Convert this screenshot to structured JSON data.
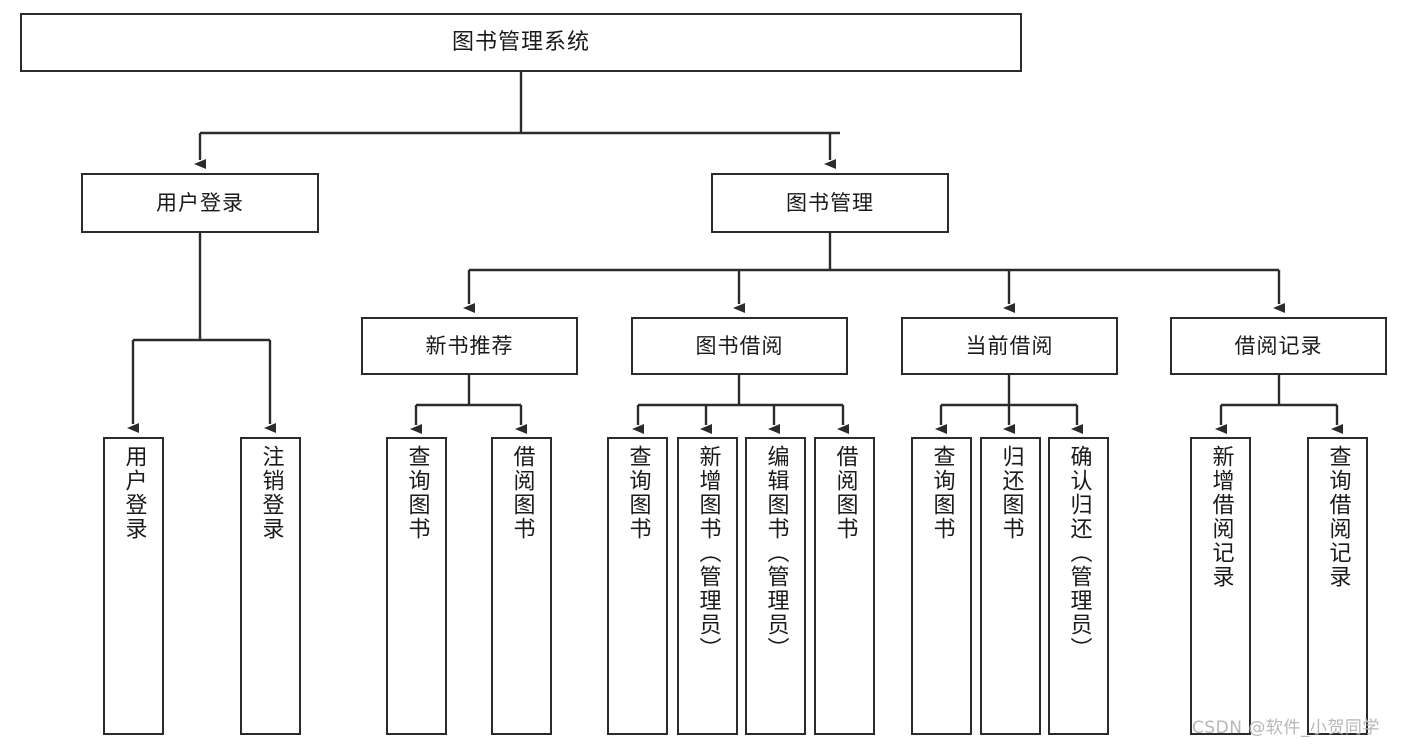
{
  "diagram": {
    "title": "图书管理系统",
    "type": "hierarchy-tree",
    "root": {
      "label": "图书管理系统"
    },
    "level1": [
      {
        "label": "用户登录"
      },
      {
        "label": "图书管理"
      }
    ],
    "level2": [
      {
        "label": "新书推荐"
      },
      {
        "label": "图书借阅"
      },
      {
        "label": "当前借阅"
      },
      {
        "label": "借阅记录"
      }
    ],
    "leaves": {
      "user_login": [
        {
          "label": "用户登录"
        },
        {
          "label": "注销登录"
        }
      ],
      "new_book_recommend": [
        {
          "label": "查询图书"
        },
        {
          "label": "借阅图书"
        }
      ],
      "book_borrow": [
        {
          "label": "查询图书"
        },
        {
          "label": "新增图书（管理员）"
        },
        {
          "label": "编辑图书（管理员）"
        },
        {
          "label": "借阅图书"
        }
      ],
      "current_borrow": [
        {
          "label": "查询图书"
        },
        {
          "label": "归还图书"
        },
        {
          "label": "确认归还（管理员）"
        }
      ],
      "borrow_record": [
        {
          "label": "新增借阅记录"
        },
        {
          "label": "查询借阅记录"
        }
      ]
    }
  },
  "watermark": {
    "text": "CSDN @软件_小贺同学"
  },
  "colors": {
    "border": "#2b2b2b",
    "text": "#1a1a1a",
    "background": "#ffffff",
    "watermark": "#b7b7b7"
  }
}
